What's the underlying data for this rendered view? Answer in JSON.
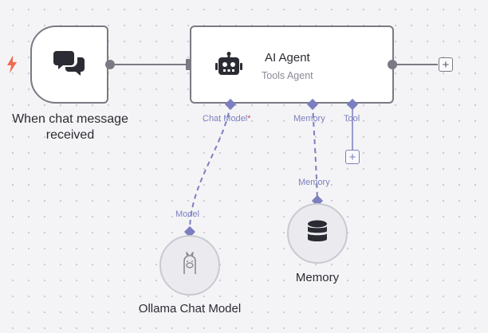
{
  "trigger": {
    "label": "When chat message received",
    "icon": "chat-bubbles-icon",
    "trigger_icon": "lightning-bolt-icon"
  },
  "agent": {
    "title": "AI Agent",
    "subtitle": "Tools Agent",
    "icon": "robot-icon",
    "ports": {
      "chat_model": "Chat Model",
      "chat_model_required": "*",
      "memory": "Memory",
      "tool": "Tool"
    }
  },
  "ollama": {
    "label": "Ollama Chat Model",
    "port_label": "Model",
    "icon": "llama-icon"
  },
  "memory": {
    "label": "Memory",
    "port_label": "Memory",
    "icon": "database-icon"
  },
  "colors": {
    "accent": "#7c7fbf",
    "required": "#e0495a",
    "trigger_bolt": "#f26b4f",
    "node_border": "#7a7a84",
    "text": "#2b2b33",
    "muted": "#8a8a95"
  }
}
